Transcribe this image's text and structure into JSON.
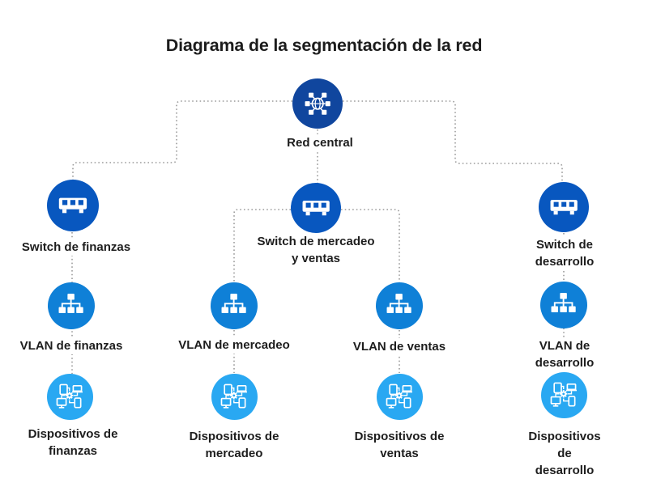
{
  "title": "Diagrama de la segmentación de la red",
  "colors": {
    "background": "#ffffff",
    "title": "#1c1c1c",
    "text": "#1d1d1d",
    "connector": "#9b9b9b",
    "core": "#10469E",
    "switch": "#0857BF",
    "vlan": "#0F80D7",
    "devices": "#29A8F2",
    "icon": "#ffffff"
  },
  "nodes": [
    {
      "id": "red-central",
      "tier": "core",
      "label": "Red central",
      "icon": "network-hub-icon"
    },
    {
      "id": "switch-finanzas",
      "tier": "switch",
      "label": "Switch de finanzas",
      "icon": "switch-icon"
    },
    {
      "id": "switch-mercadeo-ventas",
      "tier": "switch",
      "label": "Switch de mercadeo\ny ventas",
      "icon": "switch-icon"
    },
    {
      "id": "switch-desarrollo",
      "tier": "switch",
      "label": "Switch de desarrollo",
      "icon": "switch-icon"
    },
    {
      "id": "vlan-finanzas",
      "tier": "vlan",
      "label": "VLAN de finanzas",
      "icon": "vlan-hierarchy-icon"
    },
    {
      "id": "vlan-mercadeo",
      "tier": "vlan",
      "label": "VLAN de mercadeo",
      "icon": "vlan-hierarchy-icon"
    },
    {
      "id": "vlan-ventas",
      "tier": "vlan",
      "label": "VLAN de ventas",
      "icon": "vlan-hierarchy-icon"
    },
    {
      "id": "vlan-desarrollo",
      "tier": "vlan",
      "label": "VLAN de desarrollo",
      "icon": "vlan-hierarchy-icon"
    },
    {
      "id": "dispositivos-finanzas",
      "tier": "devices",
      "label": "Dispositivos de\nfinanzas",
      "icon": "devices-icon"
    },
    {
      "id": "dispositivos-mercadeo",
      "tier": "devices",
      "label": "Dispositivos de\nmercadeo",
      "icon": "devices-icon"
    },
    {
      "id": "dispositivos-ventas",
      "tier": "devices",
      "label": "Dispositivos de\nventas",
      "icon": "devices-icon"
    },
    {
      "id": "dispositivos-desarrollo",
      "tier": "devices",
      "label": "Dispositivos de\ndesarrollo",
      "icon": "devices-icon"
    }
  ],
  "edges": [
    {
      "from": "red-central",
      "to": "switch-finanzas"
    },
    {
      "from": "red-central",
      "to": "switch-mercadeo-ventas"
    },
    {
      "from": "red-central",
      "to": "switch-desarrollo"
    },
    {
      "from": "switch-finanzas",
      "to": "vlan-finanzas"
    },
    {
      "from": "switch-mercadeo-ventas",
      "to": "vlan-mercadeo"
    },
    {
      "from": "switch-mercadeo-ventas",
      "to": "vlan-ventas"
    },
    {
      "from": "switch-desarrollo",
      "to": "vlan-desarrollo"
    },
    {
      "from": "vlan-finanzas",
      "to": "dispositivos-finanzas"
    },
    {
      "from": "vlan-mercadeo",
      "to": "dispositivos-mercadeo"
    },
    {
      "from": "vlan-ventas",
      "to": "dispositivos-ventas"
    },
    {
      "from": "vlan-desarrollo",
      "to": "dispositivos-desarrollo"
    }
  ]
}
